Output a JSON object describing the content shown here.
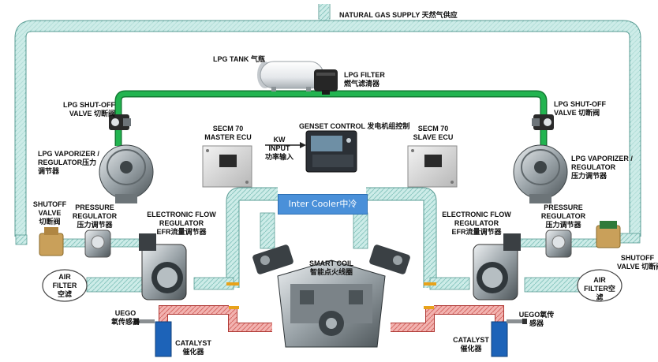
{
  "natural_gas_supply": "NATURAL GAS SUPPLY 天然气供应",
  "lpg_tank": "LPG TANK 气瓶",
  "lpg_filter": {
    "l1": "LPG FILTER",
    "l2": "燃气滤清器"
  },
  "shutoff_left": {
    "l1": "LPG SHUT-OFF",
    "l2": "VALVE 切断阀"
  },
  "shutoff_right": {
    "l1": "LPG SHUT-OFF",
    "l2": "VALVE 切断阀"
  },
  "genset_control": "GENSET CONTROL 发电机组控制",
  "secm_master": {
    "l1": "SECM 70",
    "l2": "MASTER ECU"
  },
  "secm_slave": {
    "l1": "SECM 70",
    "l2": "SLAVE ECU"
  },
  "kw_input": {
    "l1": "KW",
    "l2": "INPUT",
    "l3": "功率输入"
  },
  "vaporizer_left": {
    "l1": "LPG VAPORIZER /",
    "l2": "REGULATOR压力",
    "l3": "调节器"
  },
  "vaporizer_right": {
    "l1": "LPG VAPORIZER /",
    "l2": "REGULATOR",
    "l3": "压力调节器"
  },
  "inter_cooler": "Inter Cooler中冷",
  "shutoff_valve_left": {
    "l1": "SHUTOFF",
    "l2": "VALVE",
    "l3": "切断阀"
  },
  "shutoff_valve_right": {
    "l1": "SHUTOFF",
    "l2": "VALVE 切断阀"
  },
  "pressure_reg_left": {
    "l1": "PRESSURE",
    "l2": "REGULATOR",
    "l3": "压力调节器"
  },
  "pressure_reg_right": {
    "l1": "PRESSURE",
    "l2": "REGULATOR",
    "l3": "压力调节器"
  },
  "efr_left": {
    "l1": "ELECTRONIC FLOW",
    "l2": "REGULATOR",
    "l3": "EFR流量调节器"
  },
  "efr_right": {
    "l1": "ELECTRONIC FLOW",
    "l2": "REGULATOR",
    "l3": "EFR流量调节器"
  },
  "smart_coil": {
    "l1": "SMART COIL",
    "l2": "智能点火线圈"
  },
  "air_filter_left": {
    "l1": "AIR",
    "l2": "FILTER",
    "l3": "空滤"
  },
  "air_filter_right": {
    "l1": "AIR",
    "l2": "FILTER空",
    "l3": "滤"
  },
  "uego_left": {
    "l1": "UEGO",
    "l2": "氧传感器"
  },
  "uego_right": {
    "l1": "UEGO氧传",
    "l2": "感器"
  },
  "catalyst_left": {
    "l1": "CATALYST",
    "l2": "催化器"
  },
  "catalyst_right": {
    "l1": "CATALYST",
    "l2": "催化器"
  },
  "colors": {
    "gas_pipe": "#bfe3df",
    "gas_pipe_edge": "#5a9c94",
    "lpg_line": "#1fa84a",
    "exhaust": "#e88a86",
    "exhaust_edge": "#b03a36",
    "catalyst": "#1d63b8",
    "cooler": "#4a90d9"
  }
}
